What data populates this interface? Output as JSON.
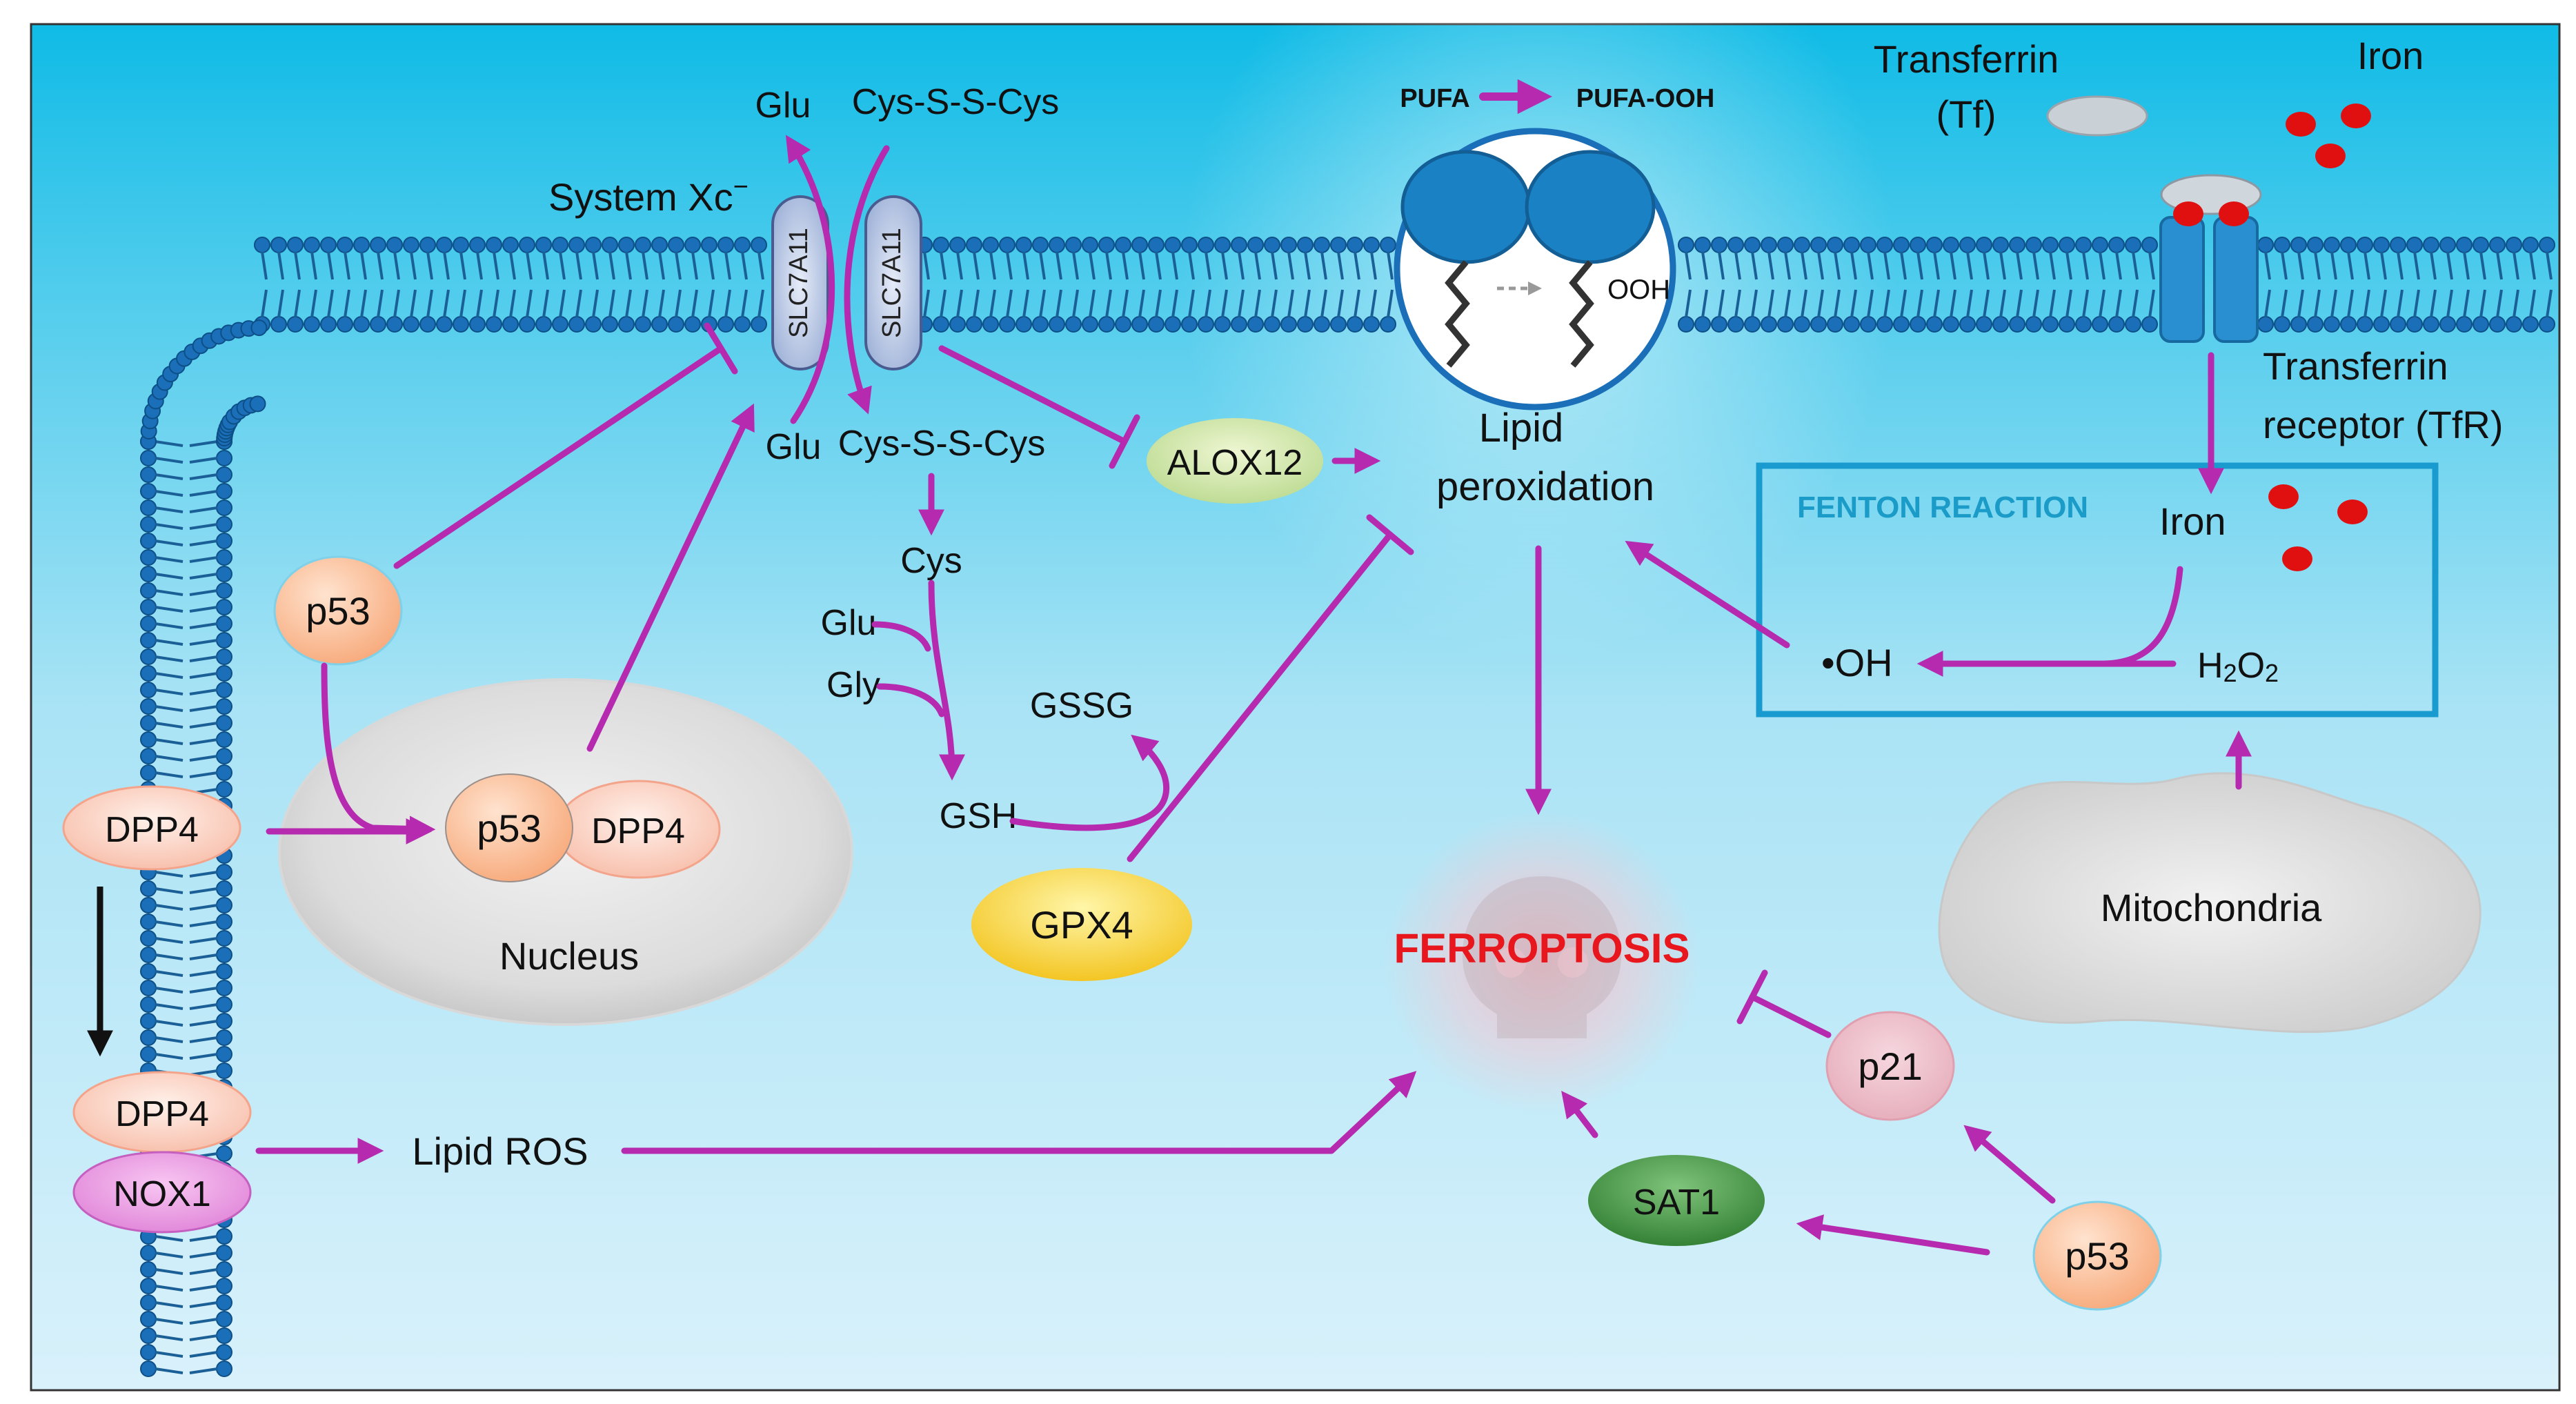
{
  "colors": {
    "arrow": "#b52aae",
    "membrane": "#1a6fb8",
    "ferroptosis": "#e8171e",
    "fenton_title": "#1a9bc8",
    "fenton_border": "#1a9bd0",
    "iron": "#e01010"
  },
  "labels": {
    "glu_out": "Glu",
    "cys_ss_cys_out": "Cys-S-S-Cys",
    "system_xc": "System Xc",
    "system_xc_sup": "−",
    "slc_left": "SLC7A11",
    "slc_right": "SLC7A11",
    "glu_in": "Glu",
    "cys_ss_cys_in": "Cys-S-S-Cys",
    "cys": "Cys",
    "glu_gsh": "Glu",
    "gly": "Gly",
    "gssg": "GSSG",
    "gsh": "GSH",
    "gpx4": "GPX4",
    "alox12": "ALOX12",
    "pufa": "PUFA",
    "pufa_ooh": "PUFA-OOH",
    "ooh": "OOH",
    "lipid_peroxidation_1": "Lipid",
    "lipid_peroxidation_2": "peroxidation",
    "transferrin_1": "Transferrin",
    "transferrin_2": "(Tf)",
    "iron_top": "Iron",
    "tfr_1": "Transferrin",
    "tfr_2": "receptor (TfR)",
    "fenton_title": "FENTON REACTION",
    "iron_fenton": "Iron",
    "oh": "•OH",
    "h2o2": "H2O2",
    "mitochondria": "Mitochondria",
    "ferroptosis": "FERROPTOSIS",
    "p53_left": "p53",
    "dpp4_left": "DPP4",
    "p53_nucleus": "p53",
    "dpp4_nucleus": "DPP4",
    "nucleus": "Nucleus",
    "dpp4_lower": "DPP4",
    "nox1": "NOX1",
    "lipid_ros": "Lipid ROS",
    "p21": "p21",
    "sat1": "SAT1",
    "p53_right": "p53"
  }
}
